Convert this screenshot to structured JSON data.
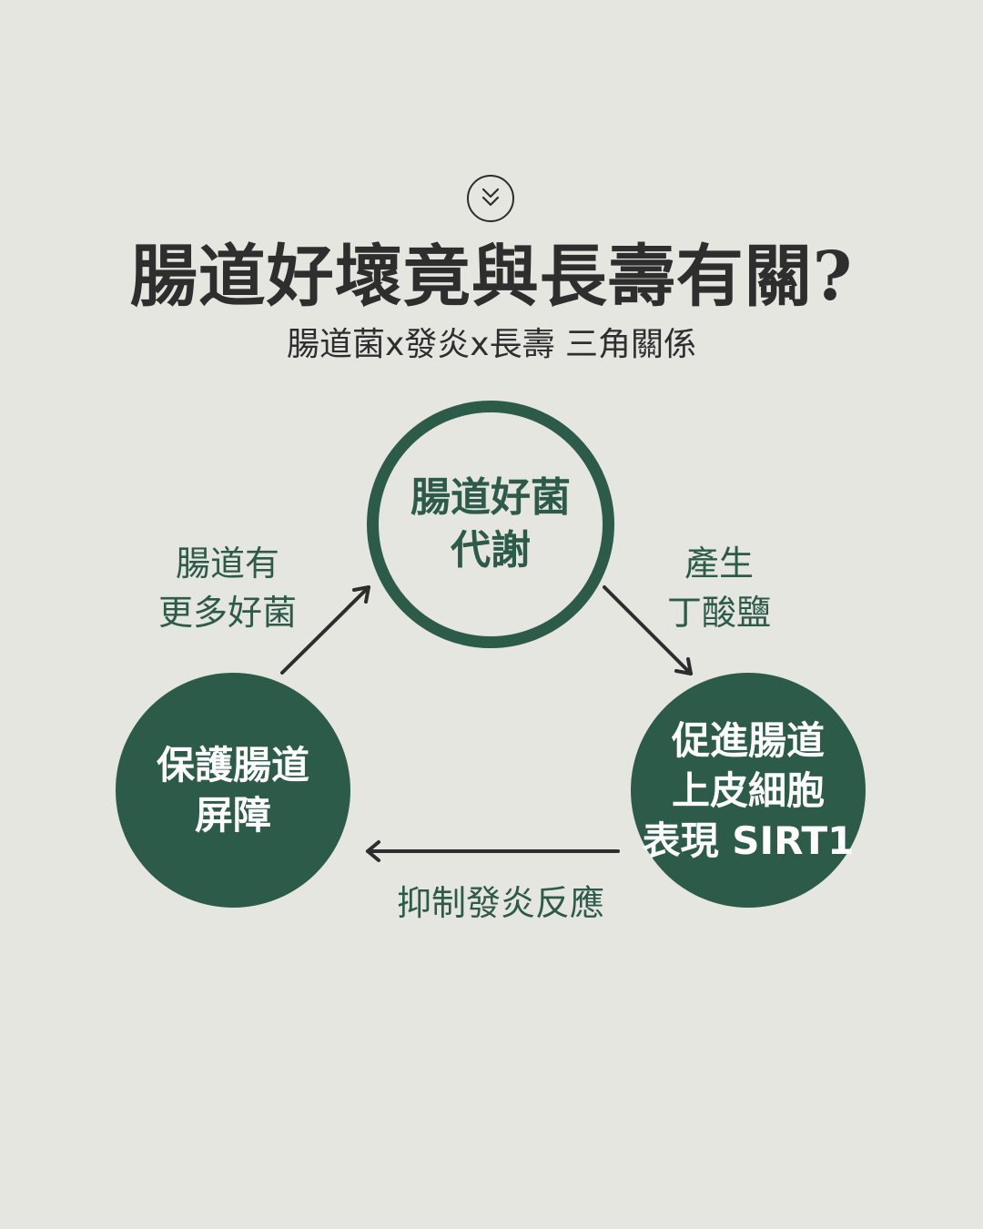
{
  "header": {
    "icon": "double-chevron-down-icon",
    "title": "腸道好壞竟與長壽有關?",
    "subtitle": "腸道菌x發炎x長壽 三角關係"
  },
  "diagram": {
    "nodes": {
      "top": {
        "lines": [
          "腸道好菌",
          "代謝"
        ]
      },
      "right": {
        "lines": [
          "促進腸道",
          "上皮細胞",
          "表現 SIRT1"
        ]
      },
      "left": {
        "lines": [
          "保護腸道",
          "屏障"
        ]
      }
    },
    "edges": {
      "top_to_right": {
        "lines": [
          "產生",
          "丁酸鹽"
        ]
      },
      "right_to_left": {
        "lines": [
          "抑制發炎反應"
        ]
      },
      "left_to_top": {
        "lines": [
          "腸道有",
          "更多好菌"
        ]
      }
    }
  },
  "colors": {
    "background": "#e6e6e1",
    "accent_green": "#2c5b49",
    "text_dark": "#2e2e2e"
  }
}
